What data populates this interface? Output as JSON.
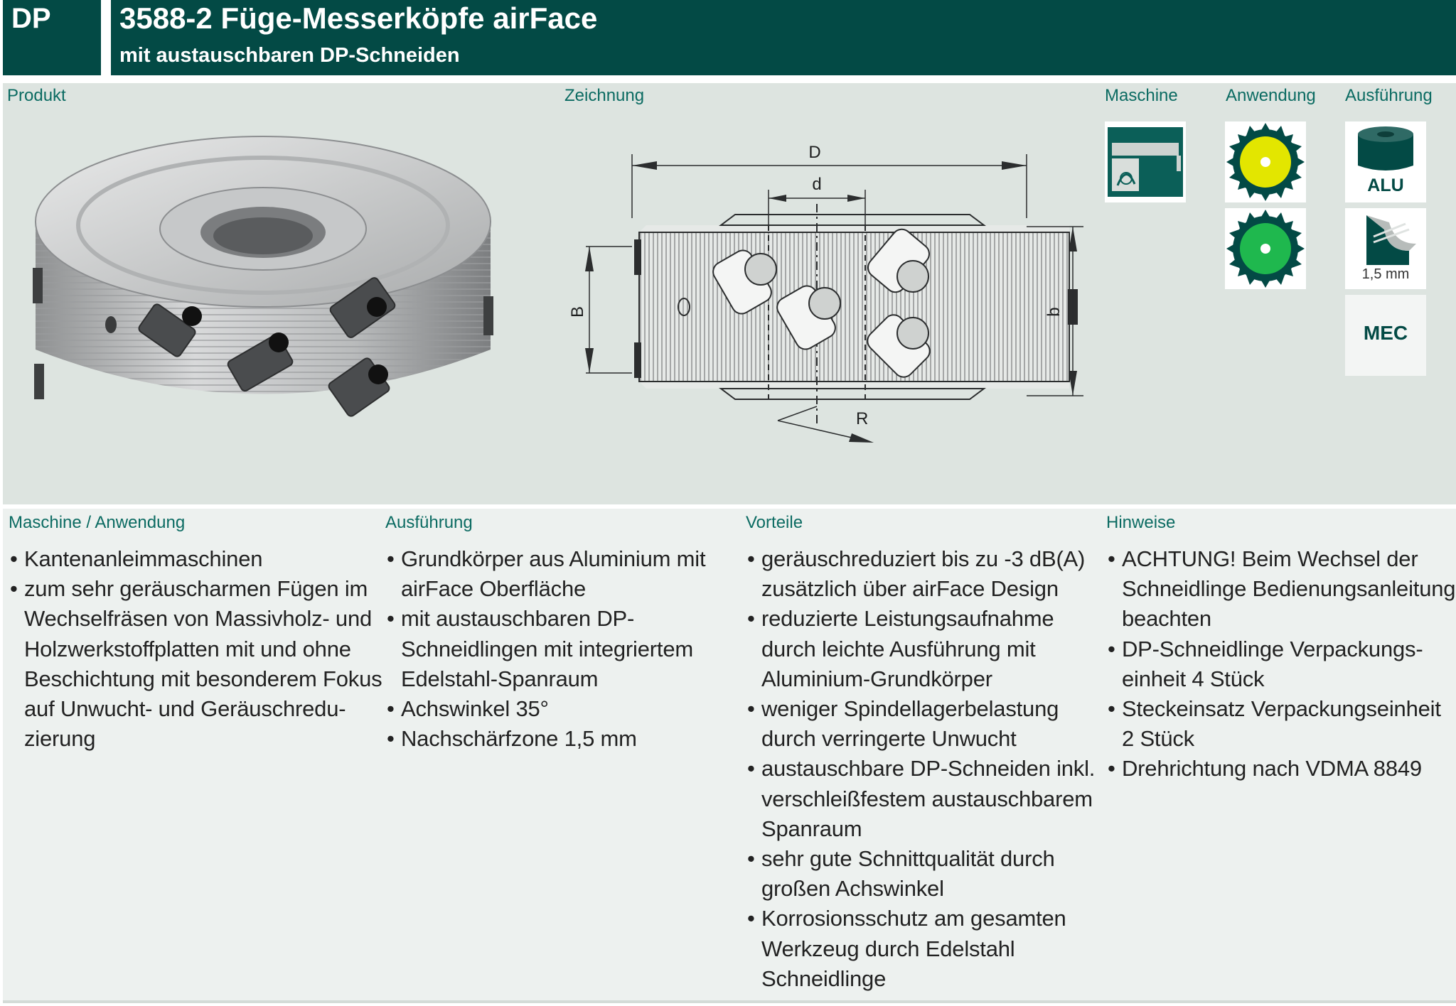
{
  "header": {
    "badge": "DP",
    "title": "3588-2 Füge-Messerköpfe airFace",
    "subtitle": "mit austauschbaren DP-Schneiden"
  },
  "panel": {
    "produkt_label": "Produkt",
    "zeichnung_label": "Zeichnung",
    "maschine_label": "Maschine",
    "anwendung_label": "Anwendung",
    "ausfuehrung_label": "Ausführung"
  },
  "drawing": {
    "dim_D": "D",
    "dim_d": "d",
    "dim_B": "B",
    "dim_b": "b",
    "dim_R": "R"
  },
  "icons": {
    "alu_label": "ALU",
    "mm_label": "1,5 mm",
    "mec_label": "MEC",
    "colors": {
      "green_dark": "#034a45",
      "blade_yellow": "#e3e600",
      "blade_green": "#1fb84e",
      "brand_green": "#1a9a2a"
    }
  },
  "brand": "craft-tools",
  "sections": {
    "maschine": {
      "title": "Maschine / Anwendung",
      "items": [
        [
          "Kantenanleimmaschinen"
        ],
        [
          "zum sehr geräuscharmen Fügen im",
          "Wechselfräsen von Massivholz- und",
          "Holzwerkstoffplatten mit und ohne",
          "Beschichtung mit besonderem Fokus",
          "auf Unwucht- und Geräuschredu-",
          "zierung"
        ]
      ]
    },
    "ausfuehrung": {
      "title": "Ausführung",
      "items": [
        [
          "Grundkörper aus Aluminium mit",
          "airFace Oberfläche"
        ],
        [
          "mit austauschbaren DP-",
          "Schneidlingen mit integriertem",
          "Edelstahl-Spanraum"
        ],
        [
          "Achswinkel 35°"
        ],
        [
          "Nachschärfzone 1,5 mm"
        ]
      ]
    },
    "vorteile": {
      "title": "Vorteile",
      "items": [
        [
          "geräuschreduziert bis zu -3 dB(A)",
          "zusätzlich über airFace Design"
        ],
        [
          "reduzierte Leistungsaufnahme",
          "durch leichte Ausführung mit",
          "Aluminium-Grundkörper"
        ],
        [
          "weniger Spindellagerbelastung",
          "durch verringerte Unwucht"
        ],
        [
          "austauschbare DP-Schneiden inkl.",
          "verschleißfestem austauschbarem",
          "Spanraum"
        ],
        [
          "sehr gute Schnittqualität durch",
          "großen Achswinkel"
        ],
        [
          "Korrosionsschutz am gesamten",
          "Werkzeug durch Edelstahl",
          "Schneidlinge"
        ]
      ]
    },
    "hinweise": {
      "title": "Hinweise",
      "items": [
        [
          "ACHTUNG! Beim Wechsel der",
          "Schneidlinge Bedienungsanleitung",
          "beachten"
        ],
        [
          "DP-Schneidlinge Verpackungs-",
          "einheit 4 Stück"
        ],
        [
          "Steckeinsatz Verpackungseinheit",
          "2 Stück"
        ],
        [
          "Drehrichtung nach VDMA 8849"
        ]
      ]
    }
  }
}
